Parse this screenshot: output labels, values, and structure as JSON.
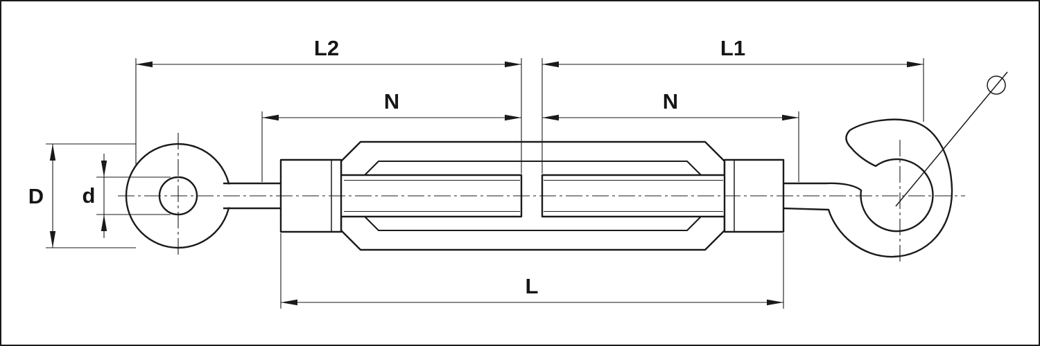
{
  "labels": {
    "dim_l2": "L2",
    "dim_l1": "L1",
    "dim_n_left": "N",
    "dim_n_right": "N",
    "dim_D": "D",
    "dim_d": "d",
    "dim_l": "L",
    "diameter_symbol": "⌀"
  },
  "colors": {
    "line": "#1a1a1a",
    "background": "#ffffff"
  }
}
